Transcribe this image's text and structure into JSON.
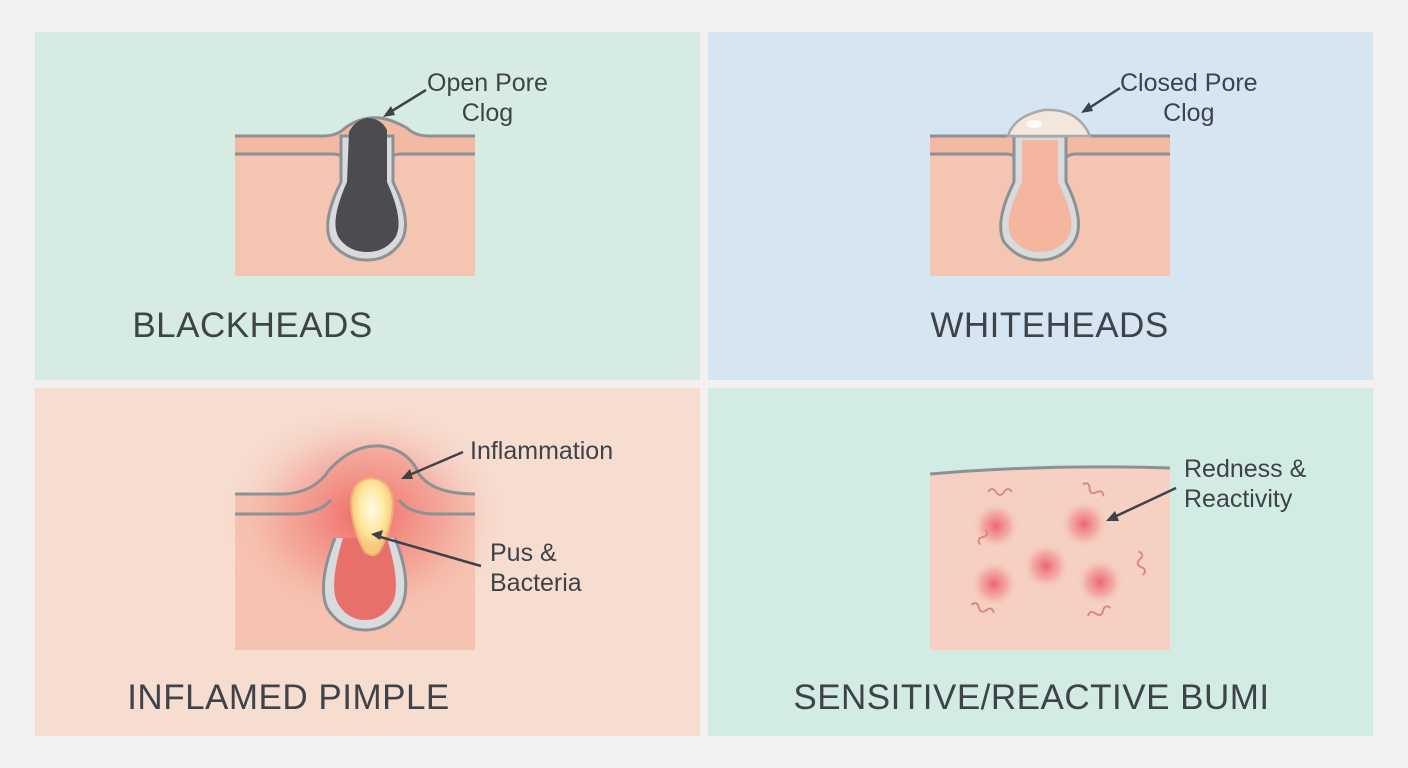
{
  "panels": [
    {
      "title": "BLACKHEADS",
      "bg": "#d6ece3",
      "callout": [
        "Open Pore",
        "Clog"
      ]
    },
    {
      "title": "WHITEHEADS",
      "bg": "#d5e6f2",
      "callout": [
        "Closed Pore",
        "Clog"
      ]
    },
    {
      "title": "INFLAMED PIMPLE",
      "bg": "#f7ddd0",
      "callouts": {
        "inflammation": [
          "Inflammation"
        ],
        "pus": [
          "Pus &",
          "Bacteria"
        ]
      }
    },
    {
      "title": "SENSITIVE/REACTIVE BUMI",
      "bg": "#d2ebe3",
      "callout": [
        "Redness &",
        "Reactivity"
      ]
    }
  ],
  "colors": {
    "skin": "#f4c4b0",
    "skin_deep": "#f6d2c3",
    "outline": "#8c9196",
    "follicle_wall": "#d9dadc",
    "blackhead": "#4a4c4f",
    "whitehead": "#f3e7dc",
    "inflammation": "#ee6060",
    "pus": "#fff3c4",
    "redness": "#f07780"
  },
  "icons": [
    "arrow-icon"
  ]
}
